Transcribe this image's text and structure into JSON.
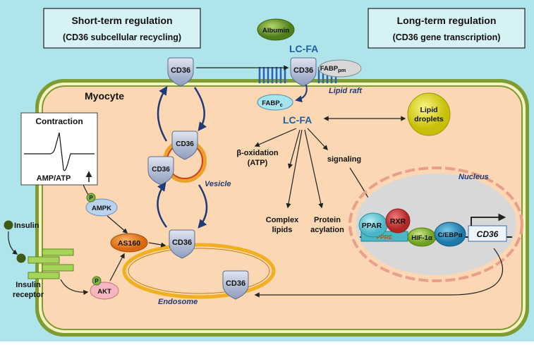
{
  "title_boxes": {
    "short": {
      "line1": "Short-term regulation",
      "line2": "(CD36 subcellular recycling)"
    },
    "long": {
      "line1": "Long-term regulation",
      "line2": "(CD36 gene transcription)"
    }
  },
  "cell": {
    "label": "Myocyte"
  },
  "labels": {
    "albumin": "Albumin",
    "lcfa_top": "LC-FA",
    "lcfa_mid": "LC-FA",
    "fabp_pm_base": "FABP",
    "fabp_pm_sub": "pm",
    "fabp_c_base": "FABP",
    "fabp_c_sub": "c",
    "lipid_raft": "Lipid raft",
    "lipid_droplets_1": "Lipid",
    "lipid_droplets_2": "droplets",
    "vesicle": "Vesicle",
    "endosome": "Endosome",
    "nucleus": "Nucleus",
    "beta_ox_1": "β-oxidation",
    "beta_ox_2": "(ATP)",
    "signaling": "signaling",
    "complex_1": "Complex",
    "complex_2": "lipids",
    "protein_1": "Protein",
    "protein_2": "acylation",
    "contraction": "Contraction",
    "amp_atp": "AMP/ATP",
    "insulin": "Insulin",
    "receptor_1": "Insulin",
    "receptor_2": "receptor",
    "p": "P",
    "ampk": "AMPK",
    "akt": "AKT",
    "as160": "AS160",
    "ppar": "PPAR",
    "rxr": "RXR",
    "ppre": "PPRE",
    "hif": "HIF-1α",
    "cebp": "C/EBPα",
    "cd36_gene": "CD36",
    "cd36": "CD36"
  },
  "colors": {
    "background": "#aee4ea",
    "cell_fill": "#fbd7b3",
    "cell_border": "#7e9c34",
    "cell_border_inner": "#f5f2c0",
    "arrow_blue": "#1f3a78",
    "cd36_fill": "#b3bfd6",
    "albumin": "#6a9a2a",
    "lipid_droplets": "#e3dd1a",
    "fabp_c": "#a6e4f0",
    "nucleus": "#d8d8d8",
    "nuclear_envelope": "#e8a08a",
    "as160": "#f08a2a",
    "ampk": "#b9d3ee",
    "akt": "#f6b8c0",
    "receptor": "#a6d45a",
    "ppar": "#7ed2dc",
    "rxr": "#d64a4a",
    "hif": "#9ccc3e",
    "cebp": "#3a9fcc",
    "endosome": "#f0b020",
    "vesicle_outer": "#e8a32a",
    "vesicle_inner": "#d83a1a"
  }
}
